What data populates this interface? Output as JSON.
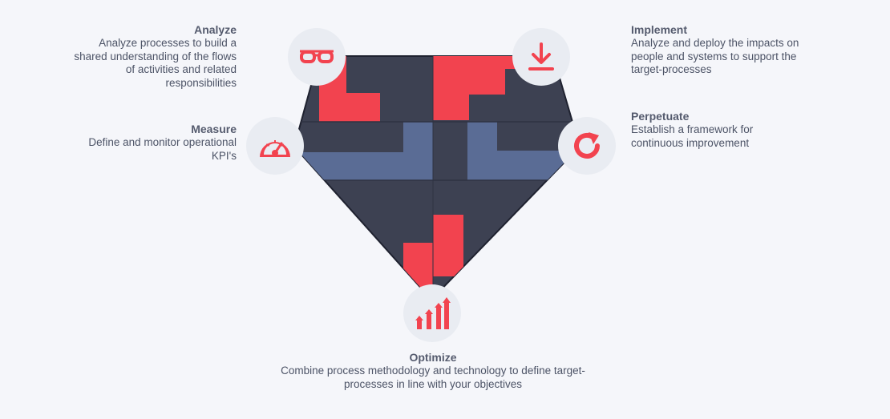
{
  "colors": {
    "background": "#f5f6fa",
    "shape_dark": "#3d4152",
    "accent_red": "#f2434f",
    "accent_blue": "#5a6c95",
    "badge_bg": "#e9ecf2",
    "title": "#555b6e",
    "text": "#4c5366"
  },
  "steps": {
    "analyze": {
      "title": "Analyze",
      "description": "Analyze processes to build a\nshared understanding of the flows\nof activities and related\nresponsibilities",
      "icon": "glasses-icon"
    },
    "measure": {
      "title": "Measure",
      "description": "Define and monitor operational\nKPI's",
      "icon": "speedometer-icon"
    },
    "implement": {
      "title": "Implement",
      "description": "Analyze and deploy the impacts on\npeople and systems to support the\ntarget-processes",
      "icon": "download-icon"
    },
    "perpetuate": {
      "title": "Perpetuate",
      "description": "Establish a framework for\ncontinuous improvement",
      "icon": "refresh-icon"
    },
    "optimize": {
      "title": "Optimize",
      "description": "Combine process methodology and technology to define target-\nprocesses in line with your objectives",
      "icon": "bar-chart-arrows-icon"
    }
  }
}
